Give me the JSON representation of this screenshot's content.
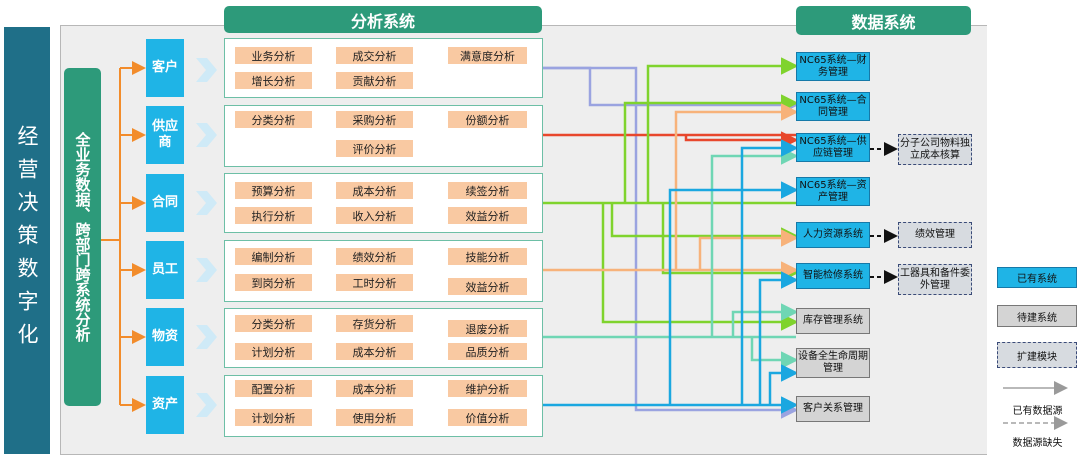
{
  "left_title": "经营决策数字化",
  "headers": {
    "analysis": "分析系统",
    "data": "数据系统"
  },
  "core_label": "全业务数据、跨部门跨系统分析",
  "departments": [
    {
      "name": "客户",
      "tags": [
        "业务分析",
        "成交分析",
        "满意度分析",
        "增长分析",
        "贡献分析"
      ]
    },
    {
      "name": "供应商",
      "tags": [
        "分类分析",
        "采购分析",
        "份额分析",
        "评价分析"
      ]
    },
    {
      "name": "合同",
      "tags": [
        "预算分析",
        "成本分析",
        "续签分析",
        "执行分析",
        "收入分析",
        "效益分析"
      ]
    },
    {
      "name": "员工",
      "tags": [
        "编制分析",
        "绩效分析",
        "技能分析",
        "到岗分析",
        "工时分析",
        "效益分析"
      ]
    },
    {
      "name": "物资",
      "tags": [
        "分类分析",
        "存货分析",
        "退废分析",
        "计划分析",
        "成本分析",
        "品质分析"
      ]
    },
    {
      "name": "资产",
      "tags": [
        "配置分析",
        "成本分析",
        "维护分析",
        "计划分析",
        "使用分析",
        "价值分析"
      ]
    }
  ],
  "systems": [
    {
      "label": "NC65系统—财务管理",
      "status": "existing"
    },
    {
      "label": "NC65系统—合同管理",
      "status": "existing"
    },
    {
      "label": "NC65系统—供应链管理",
      "status": "existing"
    },
    {
      "label": "NC65系统—资产管理",
      "status": "existing"
    },
    {
      "label": "人力资源系统",
      "status": "existing"
    },
    {
      "label": "智能检修系统",
      "status": "existing"
    },
    {
      "label": "库存管理系统",
      "status": "to-build"
    },
    {
      "label": "设备全生命周期管理",
      "status": "to-build"
    },
    {
      "label": "客户关系管理",
      "status": "to-build"
    }
  ],
  "extensions": [
    {
      "label": "分子公司物料独立成本核算",
      "for": "NC65系统—供应链管理"
    },
    {
      "label": "绩效管理",
      "for": "人力资源系统"
    },
    {
      "label": "工器具和备件委外管理",
      "for": "智能检修系统"
    }
  ],
  "legend": {
    "existing_system": "已有系统",
    "to_build_system": "待建系统",
    "extension_module": "扩建模块",
    "existing_source": "已有数据源",
    "missing_source": "数据源缺失"
  },
  "colors": {
    "teal_header": "#2d9a7a",
    "existing": "#1fb4e6",
    "to_build": "#d4d4d4",
    "tag": "#f9c9a2",
    "arrow_orange": "#f28c2b",
    "line_purple": "#9aa3e0",
    "line_red": "#e8472c",
    "line_green": "#7fd32d",
    "line_peach": "#f7b27a",
    "line_blue": "#1aa7e0",
    "line_mint": "#6fd6b4",
    "line_gray": "#9a9a9a"
  }
}
